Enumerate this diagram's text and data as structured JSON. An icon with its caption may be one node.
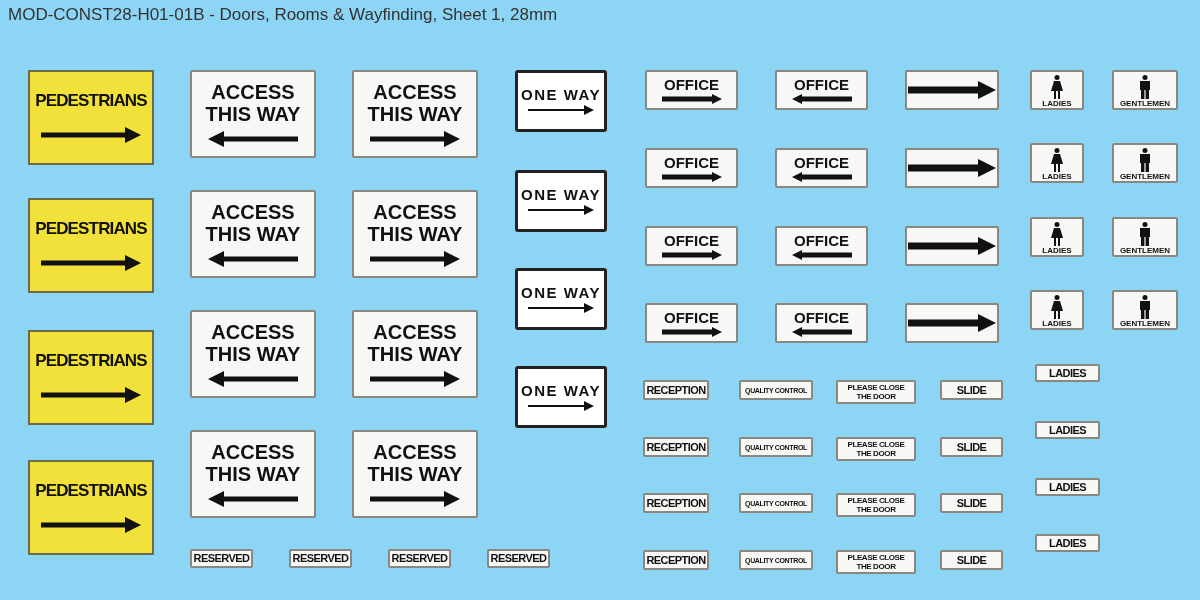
{
  "diagram": {
    "title": "MOD-CONST28-H01-01B - Doors, Rooms & Wayfinding, Sheet 1, 28mm",
    "nodes": [
      {
        "text": [
          "PEDESTRIANS"
        ]
      },
      {
        "text": [
          "PEDESTRIANS"
        ]
      },
      {
        "text": [
          "PEDESTRIANS"
        ]
      },
      {
        "text": [
          "PEDESTRIANS"
        ]
      },
      {
        "text": [
          "ACCESS THIS WAY"
        ]
      },
      {
        "text": [
          "ACCESS THIS WAY"
        ]
      },
      {
        "text": [
          "ACCESS THIS WAY"
        ]
      },
      {
        "text": [
          "ACCESS THIS WAY"
        ]
      },
      {
        "text": [
          "ACCESS THIS WAY"
        ]
      },
      {
        "text": [
          "ACCESS THIS WAY"
        ]
      },
      {
        "text": [
          "ACCESS THIS WAY"
        ]
      },
      {
        "text": [
          "ACCESS THIS WAY"
        ]
      },
      {
        "text": [
          "ONE WAY"
        ]
      },
      {
        "text": [
          "ONE WAY"
        ]
      },
      {
        "text": [
          "ONE WAY"
        ]
      },
      {
        "text": [
          "ONE WAY"
        ]
      },
      {
        "text": [
          "OFFICE"
        ]
      },
      {
        "text": [
          "OFFICE"
        ]
      },
      {
        "text": [
          "OFFICE"
        ]
      },
      {
        "text": [
          "OFFICE"
        ]
      },
      {
        "text": [
          "OFFICE"
        ]
      },
      {
        "text": [
          "OFFICE"
        ]
      },
      {
        "text": [
          "OFFICE"
        ]
      },
      {
        "text": [
          "OFFICE"
        ]
      },
      {
        "text": [],
        "shape": "box"
      },
      {
        "text": [],
        "shape": "box"
      },
      {
        "text": [],
        "shape": "box"
      },
      {
        "text": [],
        "shape": "box"
      },
      {
        "text": [
          "LADIES"
        ]
      },
      {
        "text": [
          "LADIES"
        ]
      },
      {
        "text": [
          "LADIES"
        ]
      },
      {
        "text": [
          "LADIES"
        ]
      },
      {
        "text": [
          "GENTLEMEN"
        ]
      },
      {
        "text": [
          "GENTLEMEN"
        ]
      },
      {
        "text": [
          "GENTLEMEN"
        ]
      },
      {
        "text": [
          "GENTLEMEN"
        ]
      },
      {
        "text": [
          "RECEPTION"
        ]
      },
      {
        "text": [
          "RECEPTION"
        ]
      },
      {
        "text": [
          "RECEPTION"
        ]
      },
      {
        "text": [
          "RECEPTION"
        ]
      },
      {
        "text": [
          "QUALITY CONTROL"
        ]
      },
      {
        "text": [
          "QUALITY CONTROL"
        ]
      },
      {
        "text": [
          "QUALITY CONTROL"
        ]
      },
      {
        "text": [
          "QUALITY CONTROL"
        ]
      },
      {
        "text": [
          "PLEASE CLOSE THE DOOR"
        ]
      },
      {
        "text": [
          "PLEASE CLOSE THE DOOR"
        ]
      },
      {
        "text": [
          "PLEASE CLOSE THE DOOR"
        ]
      },
      {
        "text": [
          "PLEASE CLOSE THE DOOR"
        ]
      },
      {
        "text": [
          "SLIDE"
        ]
      },
      {
        "text": [
          "SLIDE"
        ]
      },
      {
        "text": [
          "SLIDE"
        ]
      },
      {
        "text": [
          "SLIDE"
        ]
      },
      {
        "text": [
          "LADIES"
        ]
      },
      {
        "text": [
          "LADIES"
        ]
      },
      {
        "text": [
          "LADIES"
        ]
      },
      {
        "text": [
          "LADIES"
        ]
      },
      {
        "text": [
          "RESERVED"
        ]
      },
      {
        "text": [
          "RESERVED"
        ]
      },
      {
        "text": [
          "RESERVED"
        ]
      },
      {
        "text": [
          "RESERVED"
        ]
      }
    ]
  }
}
